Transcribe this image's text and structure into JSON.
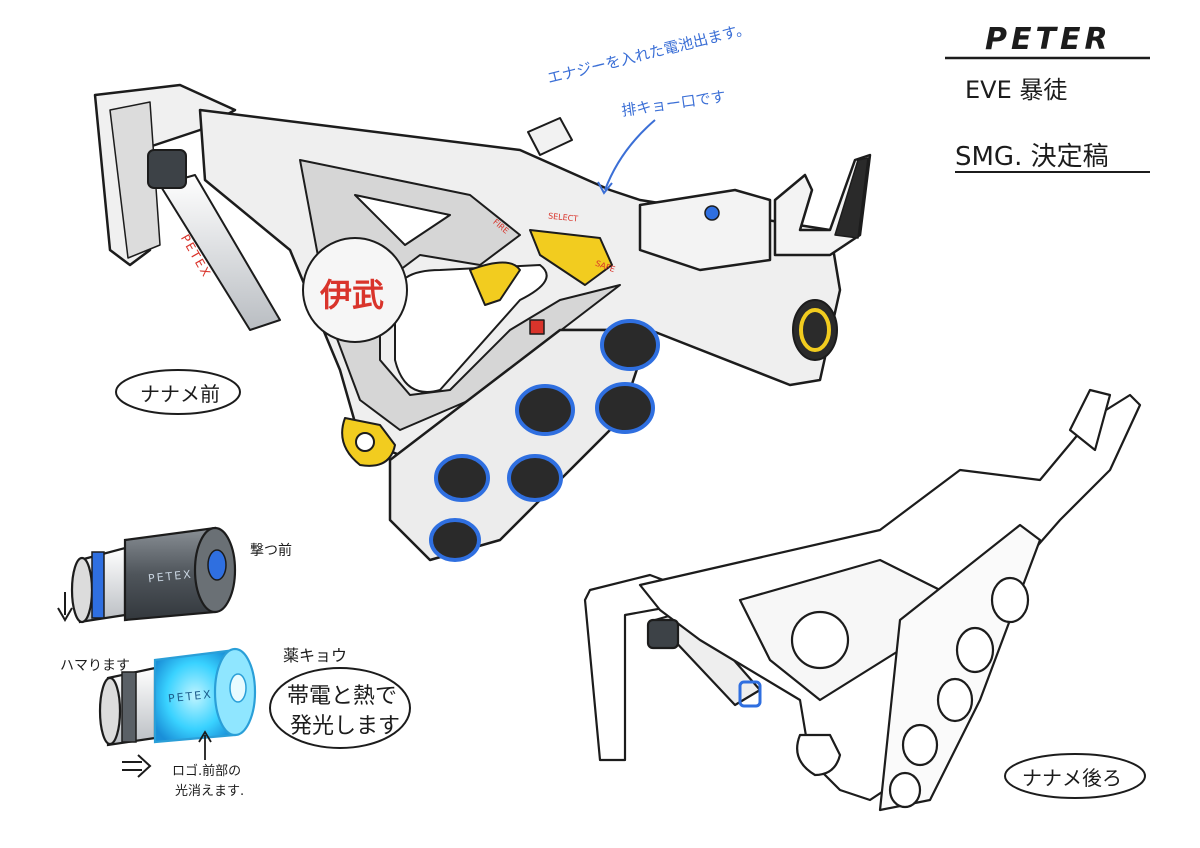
{
  "header": {
    "brand": "PETER",
    "subtitle": "EVE 暴徒",
    "sheet_title": "SMG. 決定稿"
  },
  "annotations": {
    "front_view": "ナナメ前",
    "rear_view": "ナナメ後ろ",
    "energy_note": "エナジーを入れた電池出ます。",
    "eject_note": "排キョー口です",
    "cartridge_before": "撃つ前",
    "fits": "ハマります",
    "chamber_label": "薬キョウ",
    "glow_note_line1": "帯電と熱で",
    "glow_note_line2": "発光します",
    "logo_note_line1": "ロゴ.前部の",
    "logo_note_line2": "光消えます."
  },
  "gun_markings": {
    "emblem_kanji": "伊武",
    "brand_mark": "PETEX",
    "cartridge_logo": "PETEX",
    "glow_logo": "PETEX",
    "select_label": "SELECT",
    "fire_label": "FIRE",
    "safe_label": "SAFE"
  },
  "colors": {
    "body": "#eeeeee",
    "frame": "#d7d7d7",
    "accent_yellow": "#f2cc1f",
    "accent_blue": "#2f6fe0",
    "accent_red": "#d9342b",
    "glow_cyan": "#39d2ff",
    "ink": "#1c1c1c",
    "dark_metal": "#555a5f"
  },
  "icons": {
    "arrow_down": "arrow-down-icon",
    "arrow_right": "arrow-right-icon",
    "pointer_arrow": "curved-arrow-icon"
  }
}
